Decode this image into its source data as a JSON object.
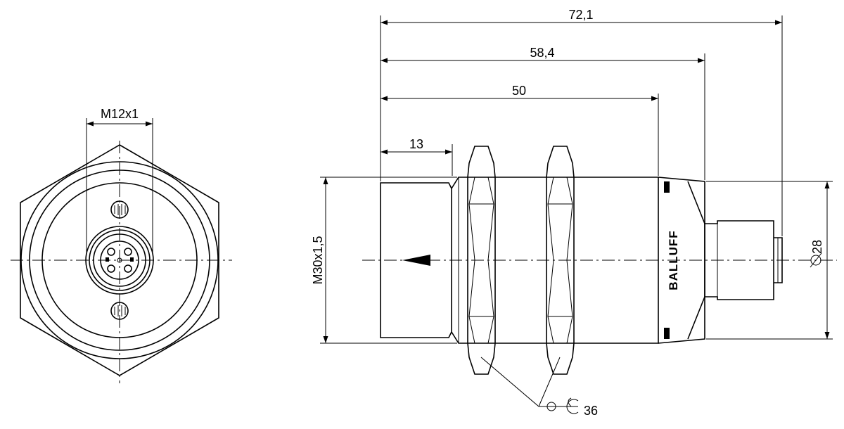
{
  "dimensions": {
    "overall_length": "72,1",
    "body_to_connector": "58,4",
    "housing_length": "50",
    "sensing_face": "13",
    "thread": "M30x1,5",
    "connector_thread": "M12x1",
    "diameter": "28",
    "wrench_size": "36"
  },
  "brand": "BALLUFF"
}
